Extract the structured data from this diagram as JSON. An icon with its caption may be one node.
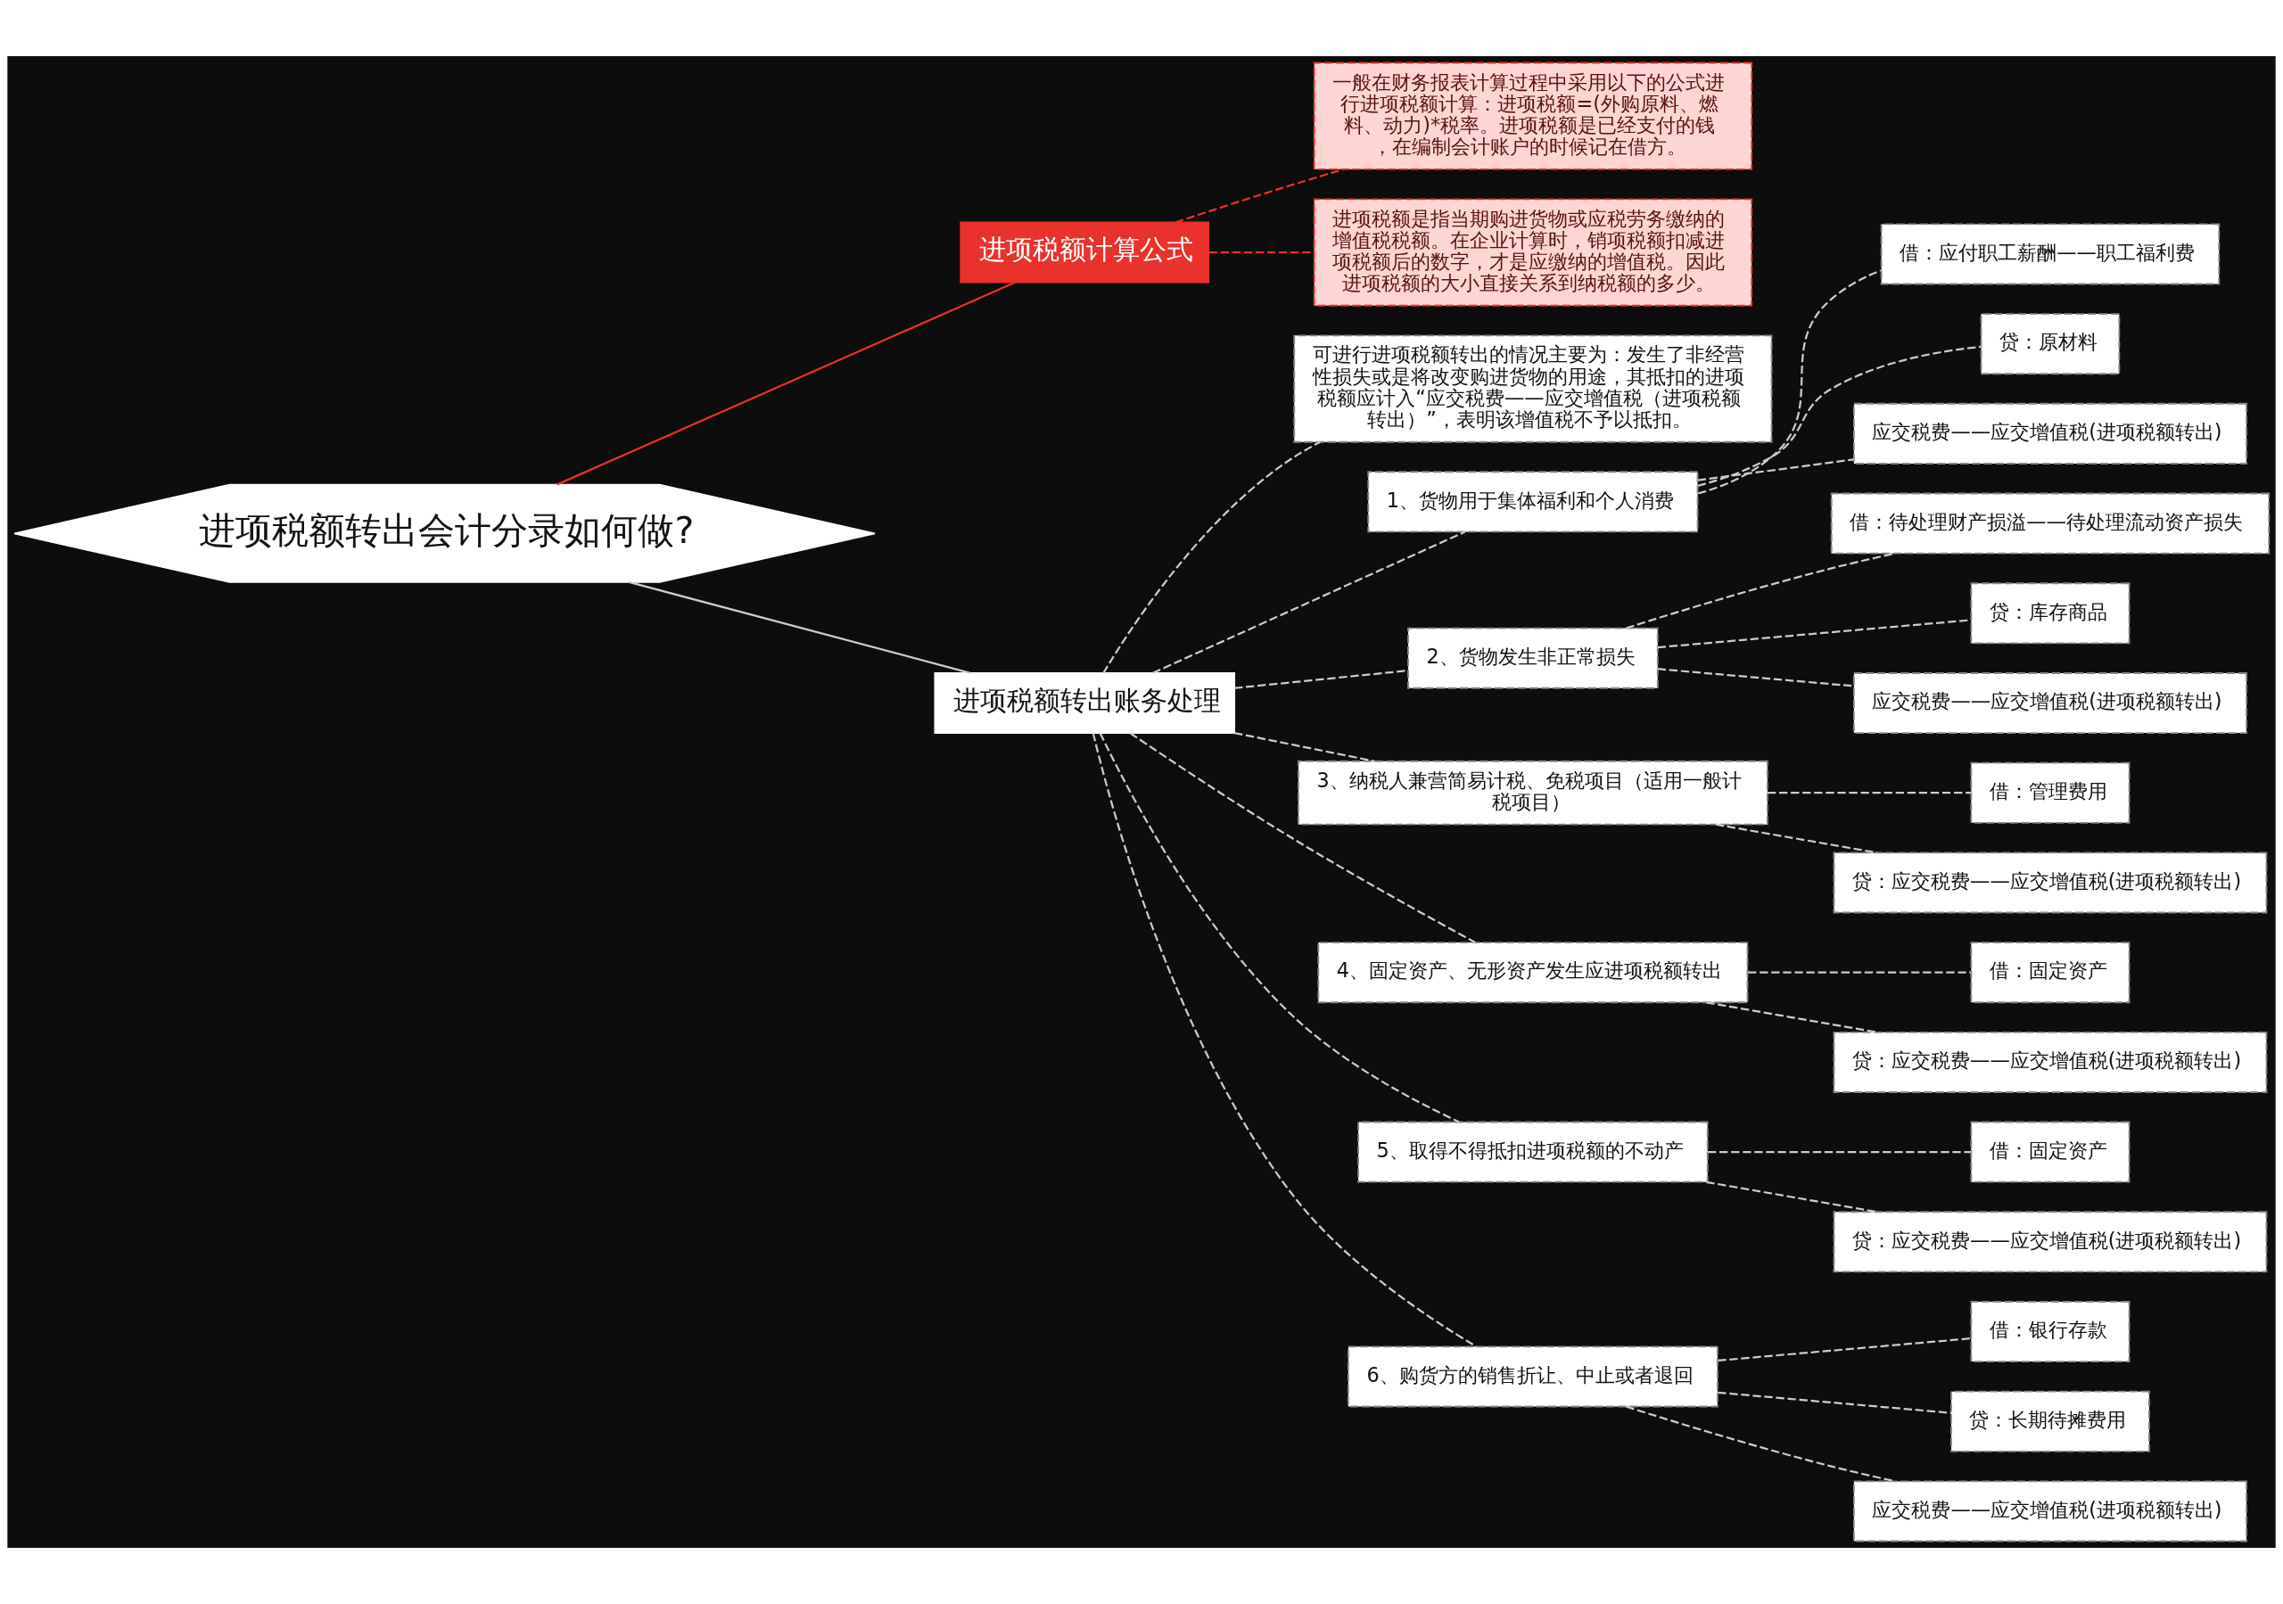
{
  "diagram": {
    "nodes": [
      {
        "text": [
          "进项税额转出会计分录如何做?"
        ]
      },
      {
        "text": [
          "进项税额计算公式"
        ]
      },
      {
        "text": [
          "一般在财务报表计算过程中采用以下的公式进行进项税额计算：进项税额=(外购原料、燃料、动力)*税率。进项税额是已经支付的钱，在编制会计账户的时候记在借方。"
        ]
      },
      {
        "text": [
          "进项税额是指当期购进货物或应税劳务缴纳的增值税税额。在企业计算时，销项税额扣减进项税额后的数字，才是应缴纳的增值税。因此进项税额的大小直接关系到纳税额的多少。"
        ]
      },
      {
        "text": [
          "进项税额转出账务处理"
        ]
      },
      {
        "text": [
          "可进行进项税额转出的情况主要为：发生了非经营性损失或是将改变购进货物的用途，其抵扣的进项税额应计入“应交税费——应交增值税（进项税额转出）”，表明该增值税不予以抵扣。"
        ]
      },
      {
        "text": [
          "1、货物用于集体福利和个人消费"
        ]
      },
      {
        "text": [
          "借：应付职工薪酬——职工福利费"
        ]
      },
      {
        "text": [
          "贷：原材料"
        ]
      },
      {
        "text": [
          "应交税费——应交增值税(进项税额转出)"
        ]
      },
      {
        "text": [
          "2、货物发生非正常损失"
        ]
      },
      {
        "text": [
          "借：待处理财产损溢——待处理流动资产损失"
        ]
      },
      {
        "text": [
          "贷：库存商品"
        ]
      },
      {
        "text": [
          "应交税费——应交增值税(进项税额转出)"
        ]
      },
      {
        "text": [
          "3、纳税人兼营简易计税、免税项目（适用一般计税项目）"
        ]
      },
      {
        "text": [
          "借：管理费用"
        ]
      },
      {
        "text": [
          "贷：应交税费——应交增值税(进项税额转出)"
        ]
      },
      {
        "text": [
          "4、固定资产、无形资产发生应进项税额转出"
        ]
      },
      {
        "text": [
          "借：固定资产"
        ]
      },
      {
        "text": [
          "贷：应交税费——应交增值税(进项税额转出)"
        ]
      },
      {
        "text": [
          "5、取得不得抵扣进项税额的不动产"
        ]
      },
      {
        "text": [
          "借：固定资产"
        ]
      },
      {
        "text": [
          "贷：应交税费——应交增值税(进项税额转出)"
        ]
      },
      {
        "text": [
          "6、购货方的销售折让、中止或者退回"
        ]
      },
      {
        "text": [
          "借：银行存款"
        ]
      },
      {
        "text": [
          "贷：长期待摊费用"
        ]
      },
      {
        "text": [
          "应交税费——应交增值税(进项税额转出)"
        ]
      }
    ],
    "edges": [
      {
        "from": 0,
        "to": 1,
        "arrow": "none",
        "color": "#e8322b"
      },
      {
        "from": 1,
        "to": 2,
        "arrow": "none",
        "style": "dashed",
        "color": "#e8322b"
      },
      {
        "from": 1,
        "to": 3,
        "arrow": "none",
        "style": "dashed",
        "color": "#e8322b"
      },
      {
        "from": 0,
        "to": 4,
        "arrow": "none"
      },
      {
        "from": 4,
        "to": 5,
        "arrow": "none",
        "style": "dashed"
      },
      {
        "from": 4,
        "to": 6,
        "arrow": "none",
        "style": "dashed"
      },
      {
        "from": 6,
        "to": 7,
        "arrow": "none",
        "style": "dashed"
      },
      {
        "from": 6,
        "to": 8,
        "arrow": "none",
        "style": "dashed"
      },
      {
        "from": 6,
        "to": 9,
        "arrow": "none",
        "style": "dashed"
      },
      {
        "from": 4,
        "to": 10,
        "arrow": "none",
        "style": "dashed"
      },
      {
        "from": 10,
        "to": 11,
        "arrow": "none",
        "style": "dashed"
      },
      {
        "from": 10,
        "to": 12,
        "arrow": "none",
        "style": "dashed"
      },
      {
        "from": 10,
        "to": 13,
        "arrow": "none",
        "style": "dashed"
      },
      {
        "from": 4,
        "to": 14,
        "arrow": "none",
        "style": "dashed"
      },
      {
        "from": 14,
        "to": 15,
        "arrow": "none",
        "style": "dashed"
      },
      {
        "from": 14,
        "to": 16,
        "arrow": "none",
        "style": "dashed"
      },
      {
        "from": 4,
        "to": 17,
        "arrow": "none",
        "style": "dashed"
      },
      {
        "from": 17,
        "to": 18,
        "arrow": "none",
        "style": "dashed"
      },
      {
        "from": 17,
        "to": 19,
        "arrow": "none",
        "style": "dashed"
      },
      {
        "from": 4,
        "to": 20,
        "arrow": "none",
        "style": "dashed"
      },
      {
        "from": 20,
        "to": 21,
        "arrow": "none",
        "style": "dashed"
      },
      {
        "from": 20,
        "to": 22,
        "arrow": "none",
        "style": "dashed"
      },
      {
        "from": 4,
        "to": 23,
        "arrow": "none",
        "style": "dashed"
      },
      {
        "from": 23,
        "to": 24,
        "arrow": "none",
        "style": "dashed"
      },
      {
        "from": 23,
        "to": 25,
        "arrow": "none",
        "style": "dashed"
      },
      {
        "from": 23,
        "to": 26,
        "arrow": "none",
        "style": "dashed"
      }
    ]
  }
}
